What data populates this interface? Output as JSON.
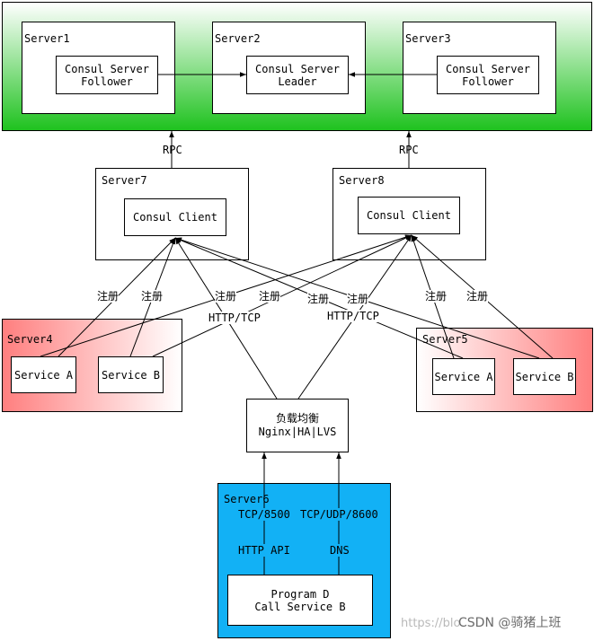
{
  "colors": {
    "consul_cluster_top": "#ffffff",
    "consul_cluster_bottom": "#1fc21f",
    "server6_bg": "#12b1f5",
    "server4_left": "#ff7f7f",
    "server5_right": "#ff7f7f"
  },
  "cluster": {
    "server1": {
      "title": "Server1",
      "node_line1": "Consul Server",
      "node_line2": "Follower"
    },
    "server2": {
      "title": "Server2",
      "node_line1": "Consul Server",
      "node_line2": "Leader"
    },
    "server3": {
      "title": "Server3",
      "node_line1": "Consul Server",
      "node_line2": "Follower"
    }
  },
  "rpc_label": "RPC",
  "server7": {
    "title": "Server7",
    "client": "Consul Client"
  },
  "server8": {
    "title": "Server8",
    "client": "Consul Client"
  },
  "register_label": "注册",
  "http_tcp_label": "HTTP/TCP",
  "server4": {
    "title": "Server4",
    "service_a": "Service A",
    "service_b": "Service B"
  },
  "server5": {
    "title": "Server5",
    "service_a": "Service A",
    "service_b": "Service B"
  },
  "load_balancer": {
    "line1": "负载均衡",
    "line2": "Nginx|HA|LVS"
  },
  "server6": {
    "title": "Server6",
    "port1": "TCP/8500",
    "port2": "TCP/UDP/8600",
    "api1": "HTTP API",
    "api2": "DNS",
    "program_line1": "Program D",
    "program_line2": "Call Service B"
  },
  "watermark": {
    "url": "https://blo",
    "brand": "CSDN @骑猪上班"
  }
}
